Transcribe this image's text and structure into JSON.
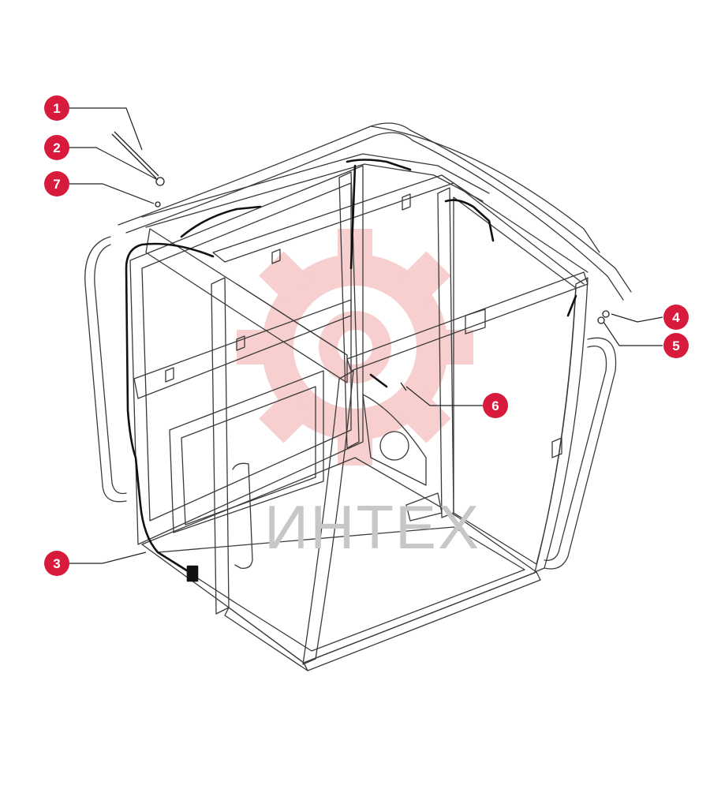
{
  "watermark": {
    "text": "ИНТЕХ",
    "gear_color": "#f2a8a8",
    "text_color": "#c7c7c7"
  },
  "diagram": {
    "line_color": "#3a3a3a",
    "harness_color": "#111111"
  },
  "callouts": {
    "color": "#d81b3c",
    "items": [
      {
        "id": "1",
        "label": "1"
      },
      {
        "id": "2",
        "label": "2"
      },
      {
        "id": "7",
        "label": "7"
      },
      {
        "id": "3",
        "label": "3"
      },
      {
        "id": "4",
        "label": "4"
      },
      {
        "id": "5",
        "label": "5"
      },
      {
        "id": "6",
        "label": "6"
      }
    ]
  }
}
